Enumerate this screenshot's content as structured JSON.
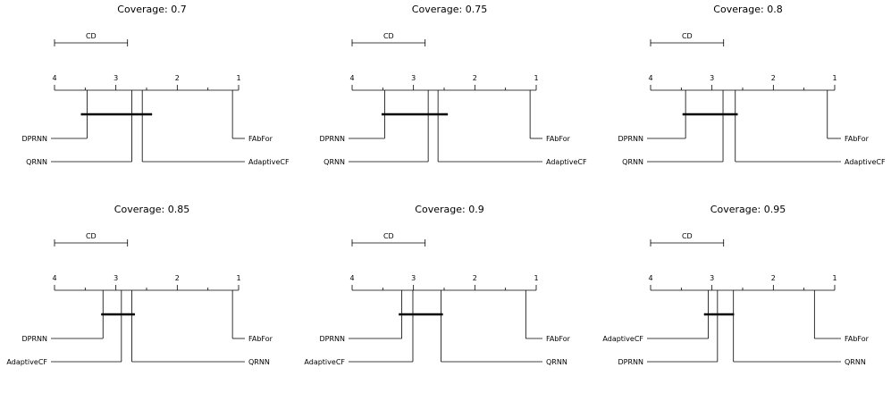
{
  "chart_data": [
    {
      "type": "cd_diagram",
      "title": "Coverage: 0.7",
      "axis_min": 1,
      "axis_max": 4,
      "tick_labels": [
        "4",
        "3",
        "2",
        "1"
      ],
      "cd_label": "CD",
      "cd": 1.19,
      "entries": [
        {
          "name": "DPRNN",
          "rank": 3.47,
          "side": "left"
        },
        {
          "name": "QRNN",
          "rank": 2.74,
          "side": "left"
        },
        {
          "name": "FAbFor",
          "rank": 1.1,
          "side": "right"
        },
        {
          "name": "AdaptiveCF",
          "rank": 2.57,
          "side": "right"
        }
      ],
      "groups": [
        [
          3.57,
          2.41
        ]
      ]
    },
    {
      "type": "cd_diagram",
      "title": "Coverage: 0.75",
      "axis_min": 1,
      "axis_max": 4,
      "tick_labels": [
        "4",
        "3",
        "2",
        "1"
      ],
      "cd_label": "CD",
      "cd": 1.19,
      "entries": [
        {
          "name": "DPRNN",
          "rank": 3.47,
          "side": "left"
        },
        {
          "name": "QRNN",
          "rank": 2.76,
          "side": "left"
        },
        {
          "name": "FAbFor",
          "rank": 1.1,
          "side": "right"
        },
        {
          "name": "AdaptiveCF",
          "rank": 2.6,
          "side": "right"
        }
      ],
      "groups": [
        [
          3.52,
          2.44
        ]
      ]
    },
    {
      "type": "cd_diagram",
      "title": "Coverage: 0.8",
      "axis_min": 1,
      "axis_max": 4,
      "tick_labels": [
        "4",
        "3",
        "2",
        "1"
      ],
      "cd_label": "CD",
      "cd": 1.19,
      "entries": [
        {
          "name": "DPRNN",
          "rank": 3.43,
          "side": "left"
        },
        {
          "name": "QRNN",
          "rank": 2.82,
          "side": "left"
        },
        {
          "name": "FAbFor",
          "rank": 1.12,
          "side": "right"
        },
        {
          "name": "AdaptiveCF",
          "rank": 2.62,
          "side": "right"
        }
      ],
      "groups": [
        [
          3.48,
          2.58
        ]
      ]
    },
    {
      "type": "cd_diagram",
      "title": "Coverage: 0.85",
      "axis_min": 1,
      "axis_max": 4,
      "tick_labels": [
        "4",
        "3",
        "2",
        "1"
      ],
      "cd_label": "CD",
      "cd": 1.19,
      "entries": [
        {
          "name": "DPRNN",
          "rank": 3.21,
          "side": "left"
        },
        {
          "name": "AdaptiveCF",
          "rank": 2.91,
          "side": "left"
        },
        {
          "name": "FAbFor",
          "rank": 1.1,
          "side": "right"
        },
        {
          "name": "QRNN",
          "rank": 2.74,
          "side": "right"
        }
      ],
      "groups": [
        [
          3.24,
          2.69
        ]
      ]
    },
    {
      "type": "cd_diagram",
      "title": "Coverage: 0.9",
      "axis_min": 1,
      "axis_max": 4,
      "tick_labels": [
        "4",
        "3",
        "2",
        "1"
      ],
      "cd_label": "CD",
      "cd": 1.19,
      "entries": [
        {
          "name": "DPRNN",
          "rank": 3.19,
          "side": "left"
        },
        {
          "name": "AdaptiveCF",
          "rank": 3.01,
          "side": "left"
        },
        {
          "name": "FAbFor",
          "rank": 1.17,
          "side": "right"
        },
        {
          "name": "QRNN",
          "rank": 2.55,
          "side": "right"
        }
      ],
      "groups": [
        [
          3.24,
          2.52
        ]
      ]
    },
    {
      "type": "cd_diagram",
      "title": "Coverage: 0.95",
      "axis_min": 1,
      "axis_max": 4,
      "tick_labels": [
        "4",
        "3",
        "2",
        "1"
      ],
      "cd_label": "CD",
      "cd": 1.19,
      "entries": [
        {
          "name": "AdaptiveCF",
          "rank": 3.06,
          "side": "left"
        },
        {
          "name": "DPRNN",
          "rank": 2.91,
          "side": "left"
        },
        {
          "name": "FAbFor",
          "rank": 1.33,
          "side": "right"
        },
        {
          "name": "QRNN",
          "rank": 2.65,
          "side": "right"
        }
      ],
      "groups": [
        [
          3.13,
          2.64
        ]
      ]
    }
  ]
}
